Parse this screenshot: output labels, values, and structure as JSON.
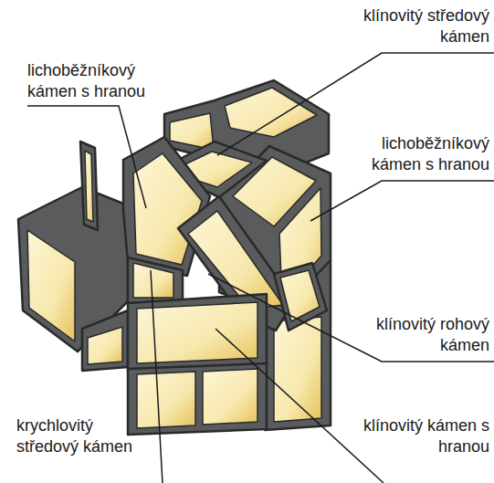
{
  "diagram": {
    "labels": [
      "klínovitý středový kámen",
      "lichoběžníkový kámen s hranou",
      "lichoběžníkový kámen s hranou",
      "klínovitý rohový kámen",
      "krychlovitý středový kámen",
      "klínovitý kámen s hranou"
    ]
  }
}
